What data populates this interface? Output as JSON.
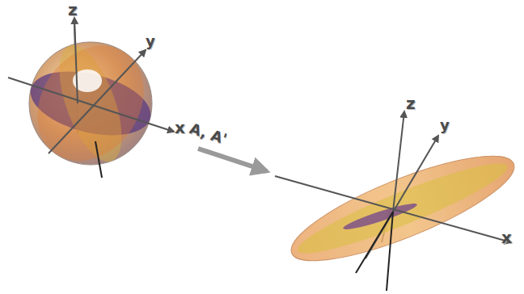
{
  "diagram": {
    "labels": [
      "z",
      "y",
      "x",
      "A, A'",
      "z",
      "y",
      "x"
    ]
  }
}
